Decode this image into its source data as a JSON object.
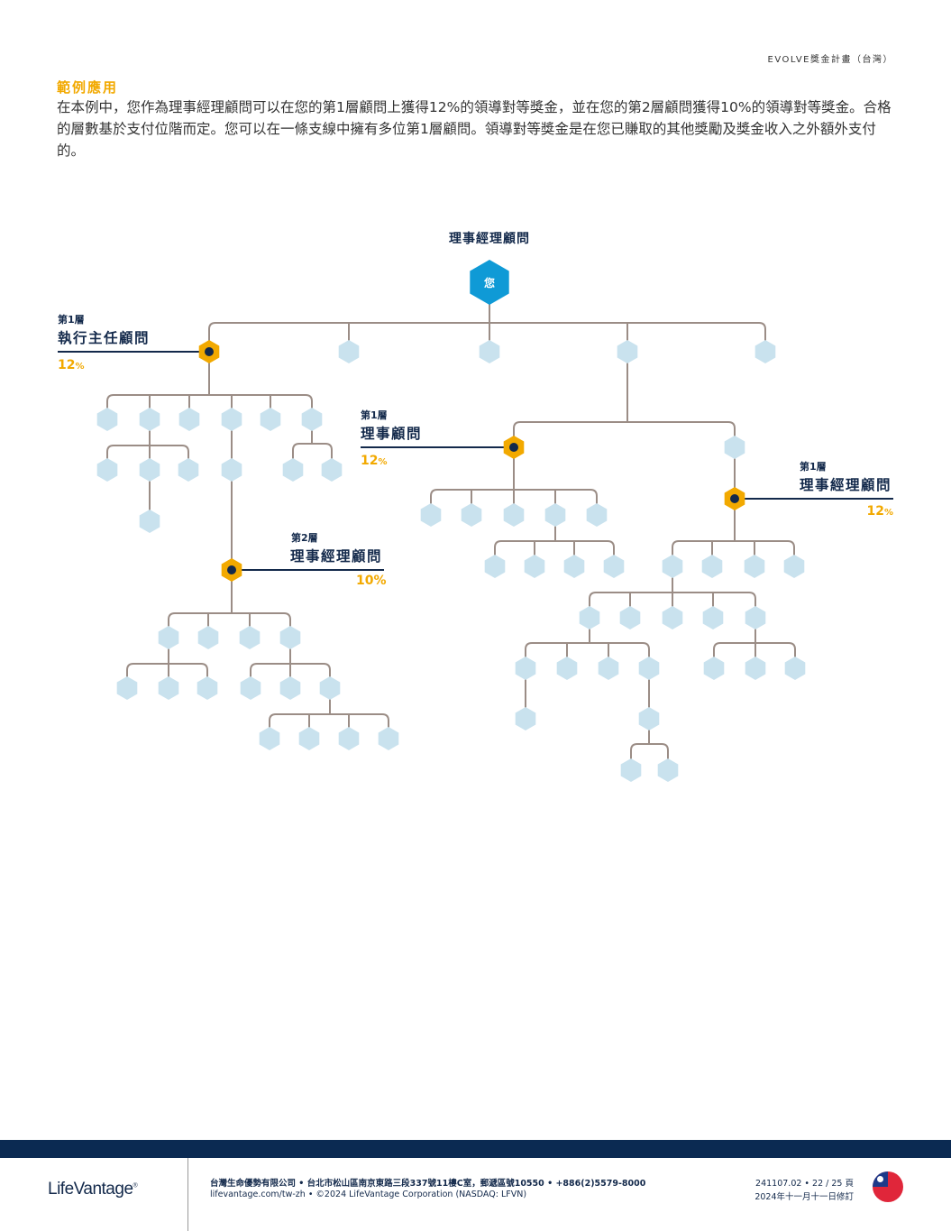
{
  "header": {
    "doc_title": "EVOLVE獎金計畫（台灣）"
  },
  "section": {
    "title": "範例應用",
    "body": "在本例中，您作為理事經理顧問可以在您的第1層顧問上獲得12%的領導對等獎金，並在您的第2層顧問獲得10%的領導對等獎金。合格的層數基於支付位階而定。您可以在一條支線中擁有多位第1層顧問。領導對等獎金是在您已賺取的其他獎勵及獎金收入之外額外支付的。"
  },
  "diagram": {
    "top_title": "理事經理顧問",
    "you_label": "您",
    "callouts": [
      {
        "level": "第1層",
        "rank": "執行主任顧問",
        "pct": "12",
        "pct_sign": "%"
      },
      {
        "level": "第1層",
        "rank": "理事顧問",
        "pct": "12",
        "pct_sign": "%"
      },
      {
        "level": "第1層",
        "rank": "理事經理顧問",
        "pct": "12",
        "pct_sign": "%"
      },
      {
        "level": "第2層",
        "rank": "理事經理顧問",
        "pct": "10",
        "pct_sign": "%"
      }
    ],
    "colors": {
      "you": "#0f9ad6",
      "qualified": "#f2a900",
      "node": "#c9e2ee",
      "line": "#9b8d86",
      "navy": "#13294b"
    }
  },
  "footer": {
    "logo": "LifeVantage",
    "logo_mark": "®",
    "company_line": "台灣生命優勢有限公司 • 台北市松山區南京東路三段337號11樓C室，郵遞區號10550 • +886(2)5579-8000",
    "web_line": "lifevantage.com/tw-zh • ©2024 LifeVantage Corporation (NASDAQ: LFVN)",
    "version": "241107.02 •  22 / 25 頁",
    "revised": "2024年十一月十一日修訂"
  }
}
